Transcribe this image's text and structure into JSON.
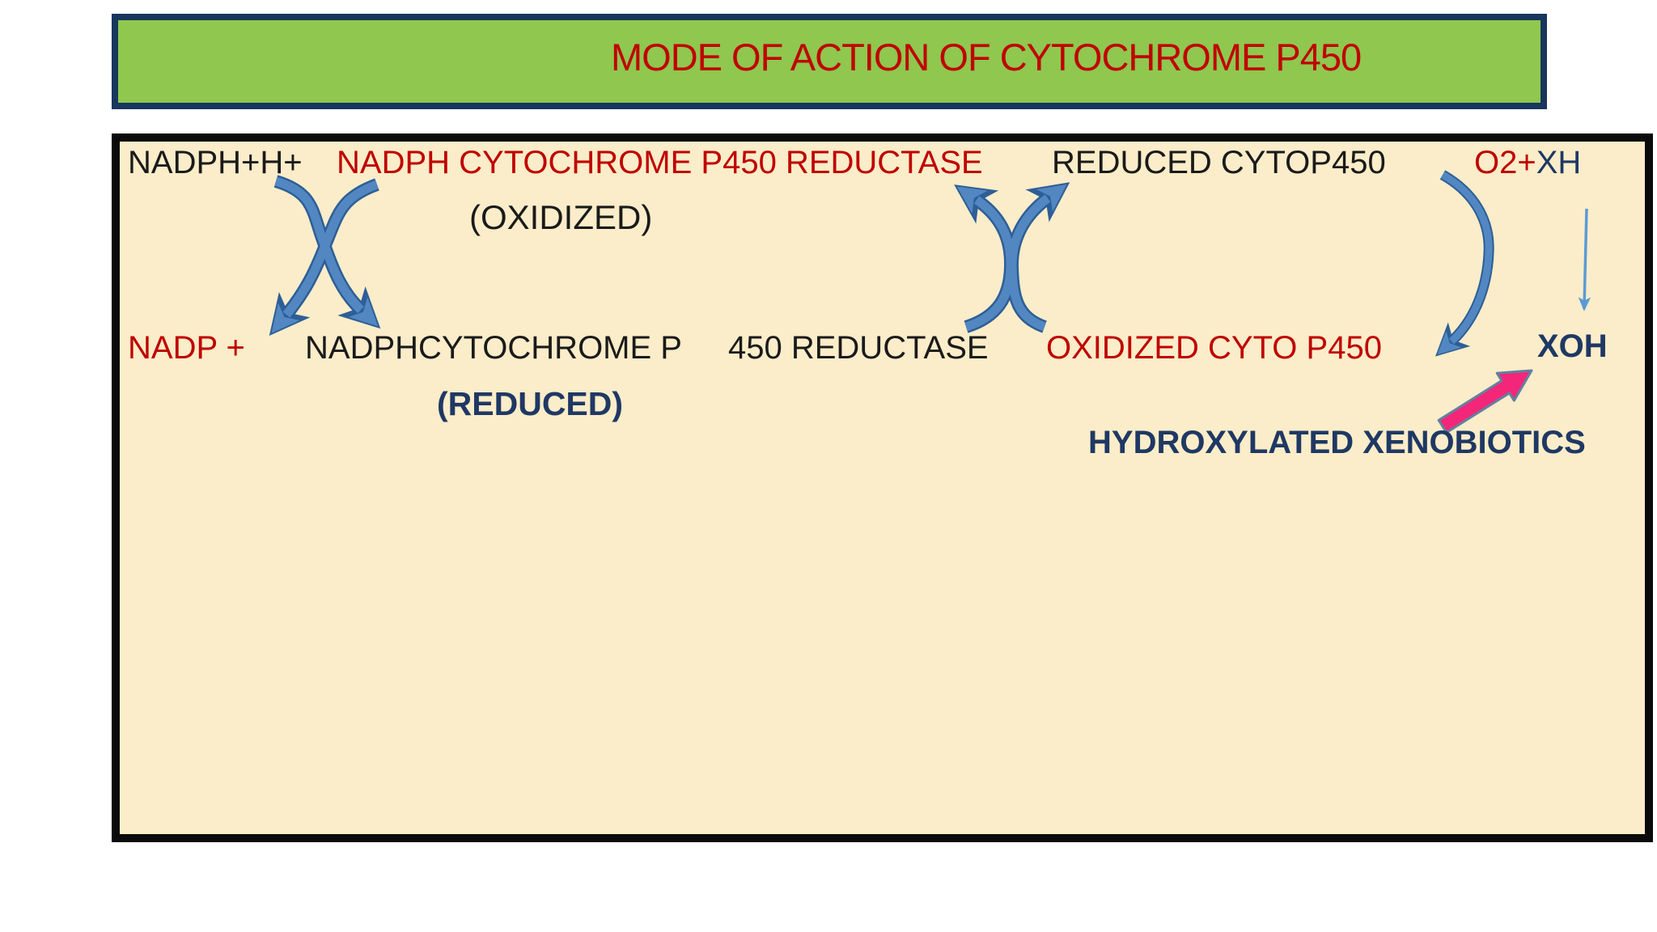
{
  "title": "MODE OF ACTION OF CYTOCHROME P450",
  "diagram": {
    "row_top": {
      "nadph_h": "NADPH+H+",
      "reductase_oxidized": "NADPH CYTOCHROME P450 REDUCTASE",
      "oxidized_state": "(OXIDIZED)",
      "reduced_cytop450": "REDUCED CYTOP450",
      "o2": "O2+",
      "xh": "XH"
    },
    "row_bottom": {
      "nadp": "NADP +",
      "reductase_reduced_1": "NADPHCYTOCHROME P",
      "reductase_reduced_2": "450 REDUCTASE",
      "reduced_state": "(REDUCED)",
      "oxidized_cytop450": "OXIDIZED CYTO P450",
      "xoh": "XOH",
      "hydroxylated": "HYDROXYLATED XENOBIOTICS"
    },
    "arrows": [
      {
        "name": "exchange-arrows-left",
        "direction": "crossing curves, heads down-left and down-right"
      },
      {
        "name": "exchange-arrows-middle",
        "direction": "facing curves, heads up-left and up-right"
      },
      {
        "name": "o2-curved-arrow",
        "direction": "curves from O2+XH down toward oxidized cyto P450 row"
      },
      {
        "name": "xh-down-arrow",
        "direction": "thin straight arrow from XH down to XOH"
      },
      {
        "name": "hydroxylated-to-xoh-arrow",
        "direction": "pink arrow pointing up-right to XOH"
      }
    ]
  },
  "colors": {
    "banner_green": "#8FC74F",
    "banner_border": "#17375D",
    "title_red": "#C00000",
    "box_bg": "#FBEDC9",
    "box_border": "#0A0A0A",
    "red": "#C00000",
    "navy": "#1F3864",
    "black": "#1A1A1A",
    "arrow_blue": "#5287C2",
    "arrow_blue_dark": "#2E5E96",
    "arrow_light_blue": "#5B9BD5",
    "pink": "#F4267A",
    "pink_stroke": "#62809F"
  }
}
